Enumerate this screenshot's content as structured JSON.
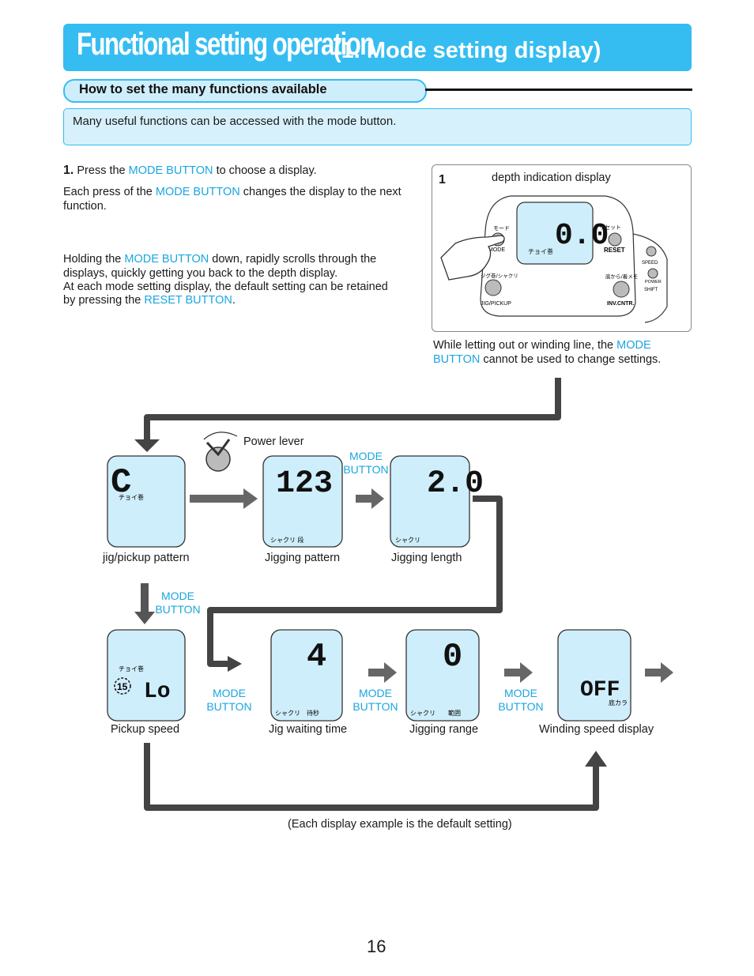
{
  "header": {
    "title_main": "Functional setting operation",
    "title_sub": "(1. Mode setting display)"
  },
  "section": {
    "title": "How to set the many functions available",
    "intro": "Many useful functions can be accessed with the mode button."
  },
  "instructions": {
    "step_number": "1.",
    "step_pre": "Press the",
    "mode_button": "MODE BUTTON",
    "step_post": "to choose a display.",
    "each_press_pre": "Each press of the",
    "each_press_post": "changes the display to the next function.",
    "holding_pre": "Holding the",
    "holding_post": "down, rapidly scrolls through the displays, quickly getting you back to the depth display.",
    "retain_text": "At each mode setting display, the default setting can be retained",
    "by_pressing": "by pressing the",
    "reset_button": "RESET BUTTON",
    "period": "."
  },
  "panel": {
    "number": "1",
    "caption": "depth indication display",
    "display_value": "0.0",
    "labels": {
      "mode_jp": "モード",
      "mode": "MODE",
      "reset_jp": "リセット",
      "reset": "RESET",
      "choi": "チョイ巻",
      "speed": "SPEED",
      "power": "POWER",
      "shift": "SHIFT",
      "jig_jp": "ジグ巻/シャクリ",
      "jig": "JIG/PICKUP",
      "inv_jp": "底から/着メモ",
      "inv": "INV.CNTR."
    }
  },
  "warning": {
    "pre": "While letting out or winding line, the",
    "mode_button": "MODE BUTTON",
    "post": "cannot be used to change settings."
  },
  "flow": {
    "power_lever": "Power lever",
    "mode_button_line1": "MODE",
    "mode_button_line2": "BUTTON",
    "footnote": "(Each display example is the default setting)",
    "screens": [
      {
        "label": "jig/pickup pattern",
        "value": "C",
        "sub": "チョイ巻"
      },
      {
        "label": "Jigging pattern",
        "value": "123",
        "sub": "シャクリ 段"
      },
      {
        "label": "Jigging length",
        "value": "2.0",
        "sub": "シャクリ"
      },
      {
        "label": "Pickup speed",
        "value": "Lo",
        "badge": "15",
        "sub": "チョイ巻"
      },
      {
        "label": "Jig waiting time",
        "value": "4",
        "sub": "シャクリ　待秒"
      },
      {
        "label": "Jigging range",
        "value": "0",
        "sub": "シャクリ　　範囲"
      },
      {
        "label": "Winding speed display",
        "value": "OFF",
        "sub": "底カラ"
      }
    ]
  },
  "page_number": "16"
}
